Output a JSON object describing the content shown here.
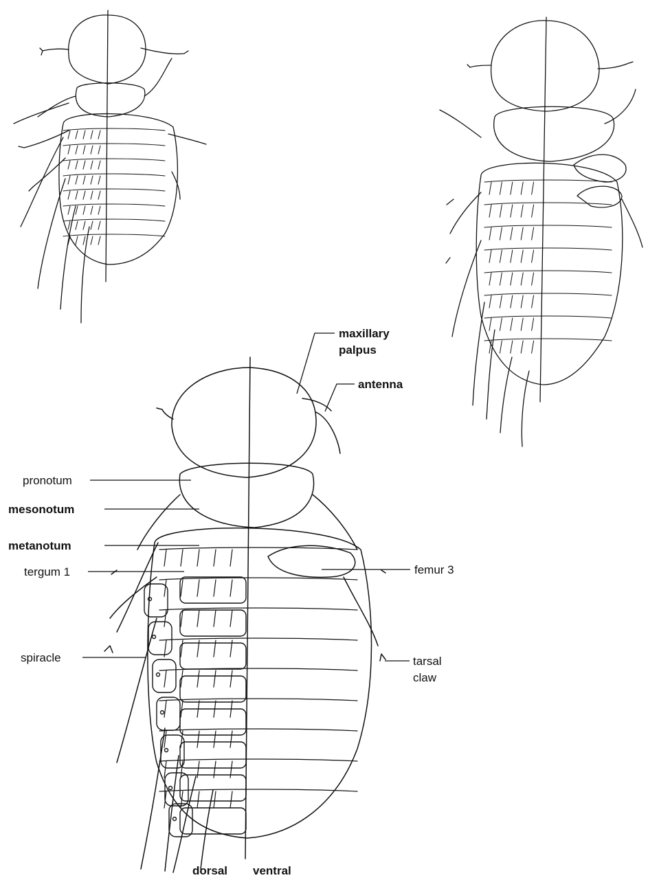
{
  "labels": {
    "maxillary_palpus_line1": "maxillary",
    "maxillary_palpus_line2": "palpus",
    "antenna": "antenna",
    "pronotum": "pronotum",
    "mesonotum": "mesonotum",
    "metanotum": "metanotum",
    "tergum_1": "tergum 1",
    "femur_3": "femur 3",
    "spiracle": "spiracle",
    "tarsal_claw_line1": "tarsal",
    "tarsal_claw_line2": "claw",
    "dorsal": "dorsal",
    "ventral": "ventral"
  }
}
